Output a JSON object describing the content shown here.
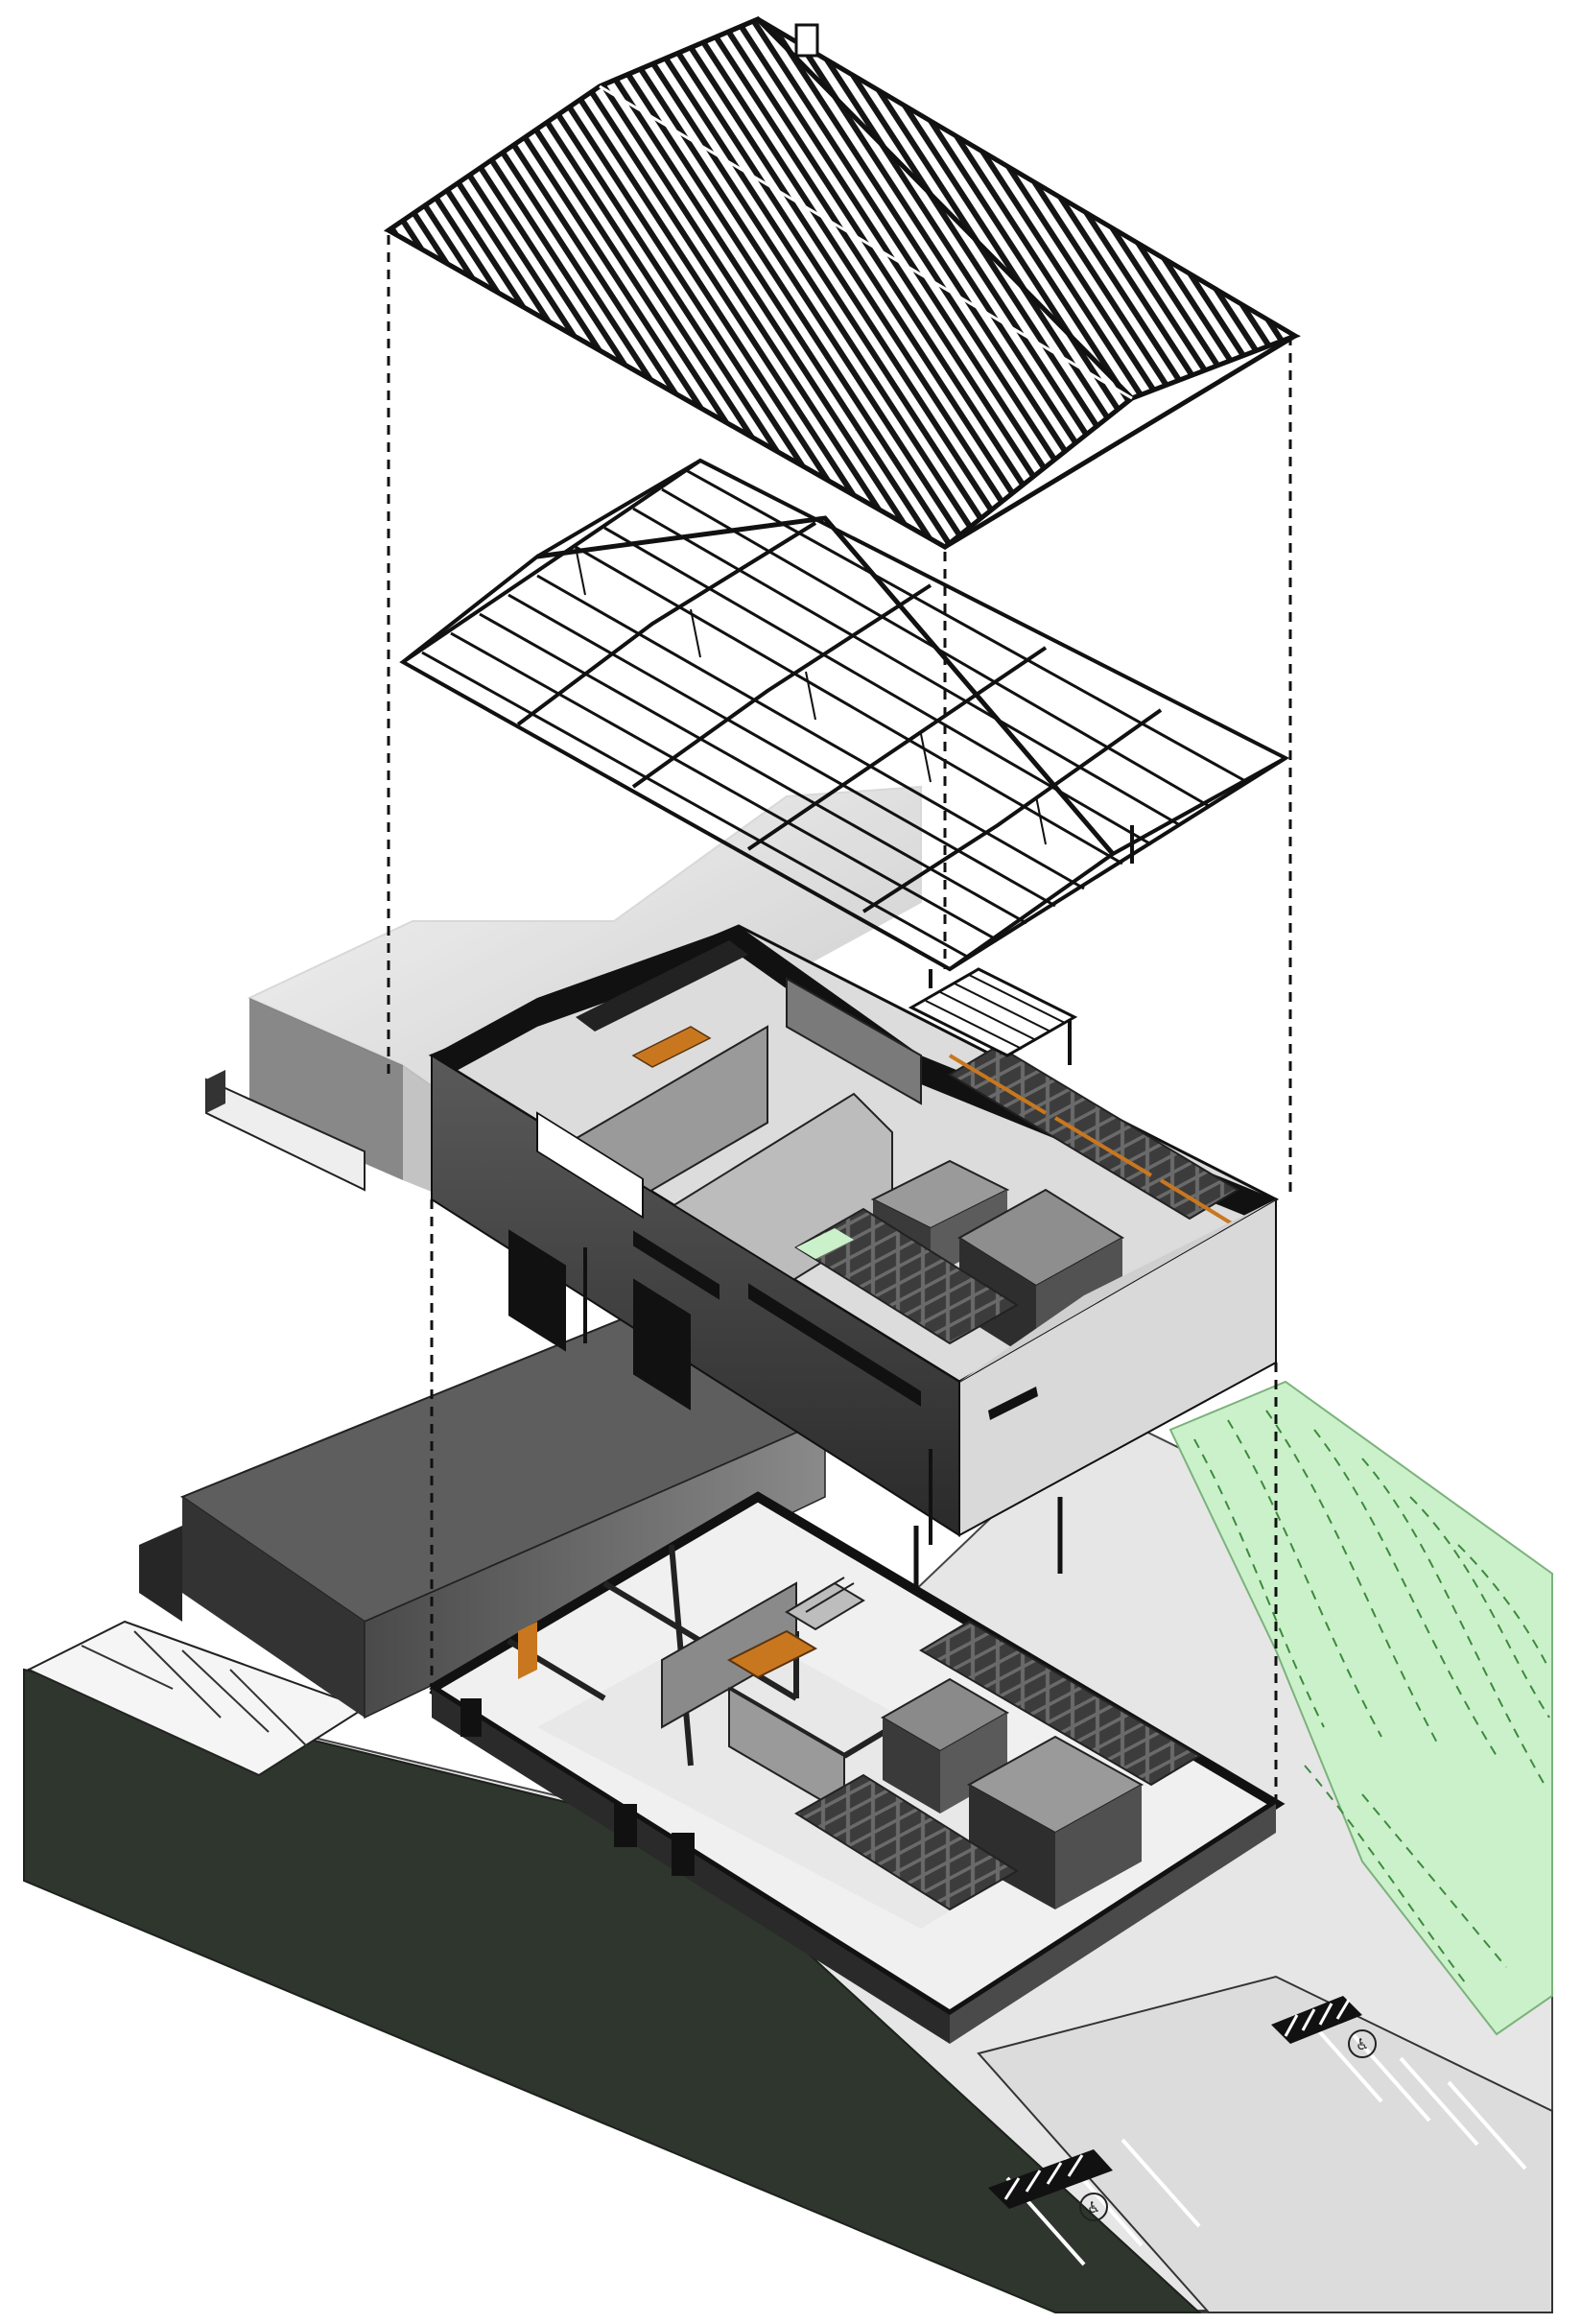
{
  "diagram": {
    "layers": [
      {
        "id": "roof",
        "label": ""
      },
      {
        "id": "roof-structure",
        "label": ""
      },
      {
        "id": "upper-shell",
        "label": ""
      },
      {
        "id": "ground-floor",
        "label": ""
      },
      {
        "id": "site",
        "label": ""
      }
    ],
    "icons": [
      "accessible-parking-icon",
      "accessible-parking-icon"
    ],
    "colors": {
      "background": "#ffffff",
      "line": "#111111",
      "terrain_dark": "#30382f",
      "green_area": "#c9f2c9",
      "green_dash": "#3d8a3d",
      "wood": "#c9771f",
      "asphalt": "#dedede"
    }
  }
}
